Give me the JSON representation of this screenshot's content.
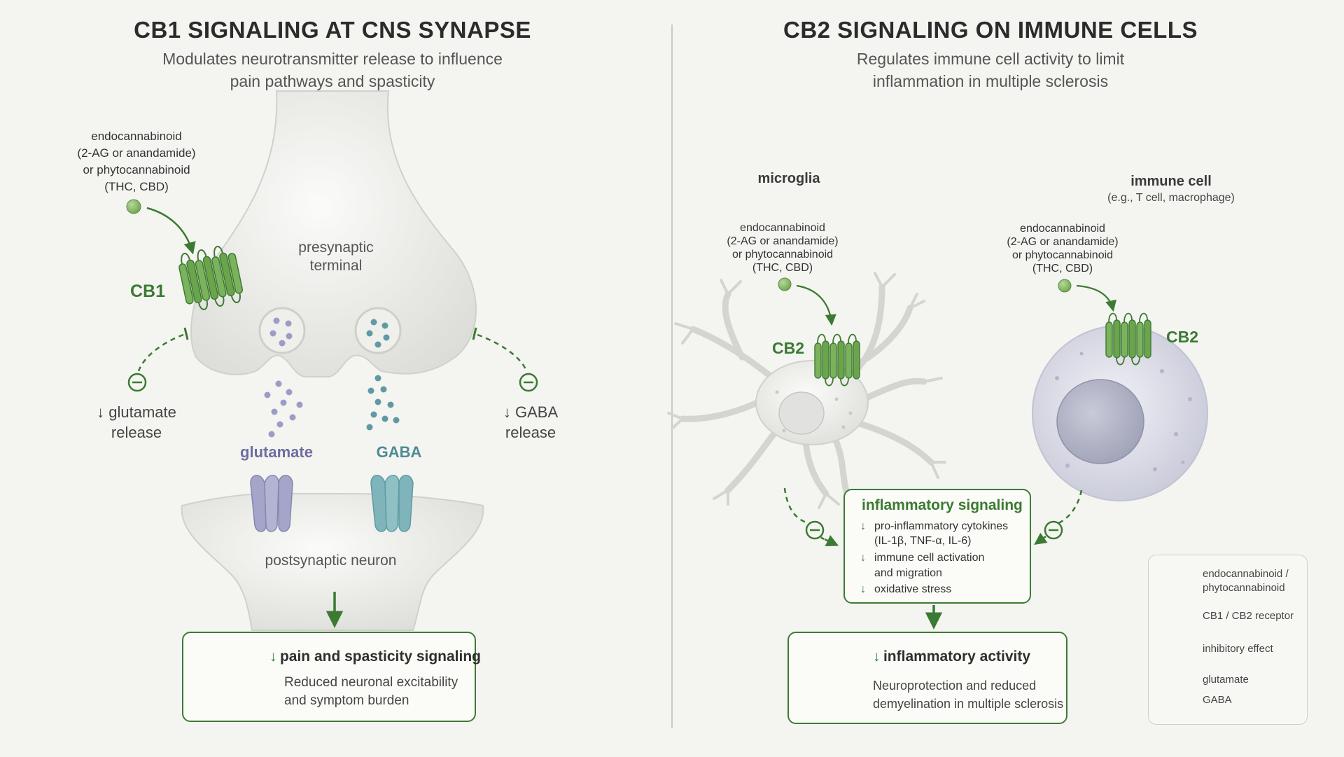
{
  "left": {
    "title": "CB1 SIGNALING AT CNS SYNAPSE",
    "subtitle_1": "Modulates neurotransmitter release to influence",
    "subtitle_2": "pain pathways and spasticity",
    "ligand_1": "endocannabinoid",
    "ligand_2": "(2-AG or anandamide)",
    "ligand_3": "or phytocannabinoid",
    "ligand_4": "(THC, CBD)",
    "receptor": "CB1",
    "presynaptic_1": "presynaptic",
    "presynaptic_2": "terminal",
    "glut_release_1": "↓ glutamate",
    "glut_release_2": "release",
    "gaba_release_1": "↓ GABA",
    "gaba_release_2": "release",
    "glutamate": "glutamate",
    "gaba": "GABA",
    "postsynaptic": "postsynaptic neuron",
    "outcome_arrow": "↓",
    "outcome_title": "pain and spasticity signaling",
    "outcome_body_1": "Reduced neuronal excitability",
    "outcome_body_2": "and symptom burden"
  },
  "right": {
    "title": "CB2 SIGNALING ON IMMUNE CELLS",
    "subtitle_1": "Regulates immune cell activity to limit",
    "subtitle_2": "inflammation in multiple sclerosis",
    "microglia": "microglia",
    "immune_cell": "immune cell",
    "immune_cell_sub": "(e.g., T cell, macrophage)",
    "ligand_1": "endocannabinoid",
    "ligand_2": "(2-AG or anandamide)",
    "ligand_3": "or phytocannabinoid",
    "ligand_4": "(THC, CBD)",
    "receptor": "CB2",
    "inflammatory_title": "inflammatory signaling",
    "inf_1a": "pro-inflammatory cytokines",
    "inf_1b": "(IL-1β, TNF-α, IL-6)",
    "inf_2a": "immune cell activation",
    "inf_2b": "and migration",
    "inf_3": "oxidative stress",
    "down_arrow": "↓",
    "outcome_title": "inflammatory activity",
    "outcome_body_1": "Neuroprotection and reduced",
    "outcome_body_2": "demyelination in multiple sclerosis"
  },
  "legend": {
    "item_1a": "endocannabinoid /",
    "item_1b": "phytocannabinoid",
    "item_2": "CB1 / CB2 receptor",
    "item_3": "inhibitory effect",
    "item_4": "glutamate",
    "item_5": "GABA"
  },
  "colors": {
    "green": "#3b7a32",
    "ligand": "#8fbf6e",
    "glutamate": "#9d9cc6",
    "gaba": "#5f9aa3",
    "background": "#f4f4f1"
  }
}
